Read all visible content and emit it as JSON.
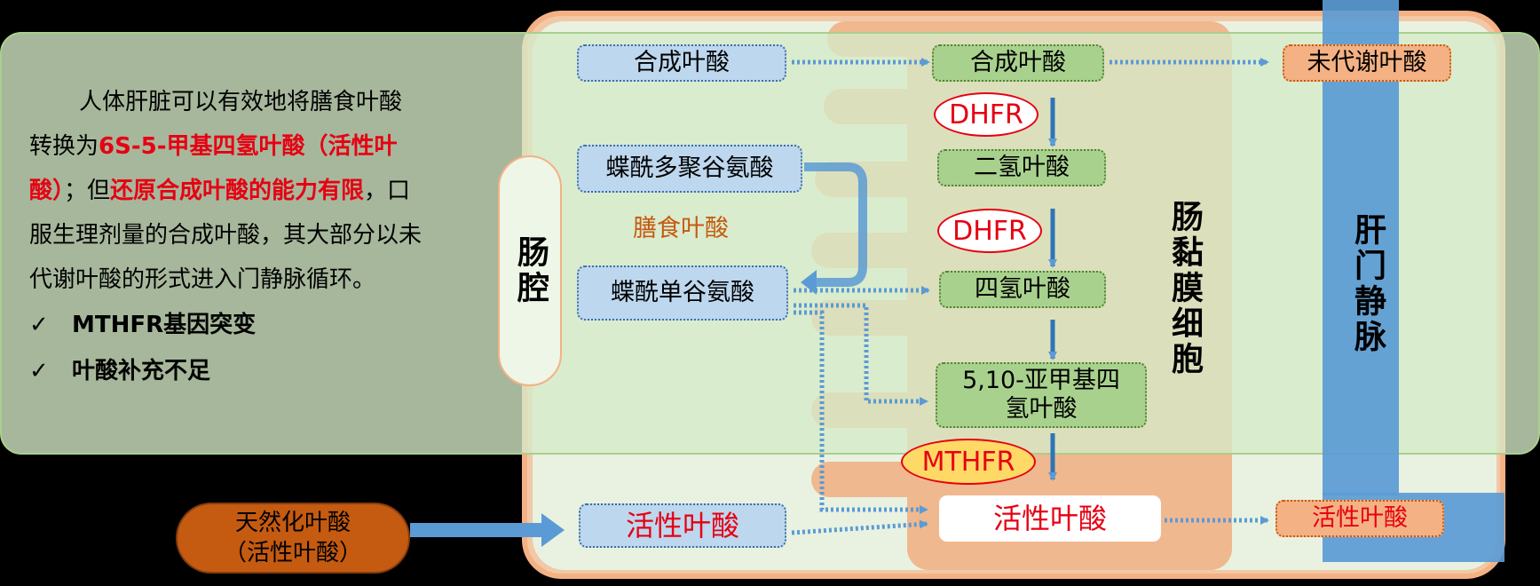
{
  "info": {
    "para_1": "人体肝脏可以有效地将膳食叶酸转换为",
    "para_em1": "6S-5-甲基四氢叶酸（活性叶酸）",
    "para_2": "；但",
    "para_em2": "还原合成叶酸的能力有限",
    "para_3": "，口服生理剂量的合成叶酸，其大部分以未代谢叶酸的形式进入门静脉循环。",
    "check_mark": "✓",
    "checks": [
      "MTHFR基因突变",
      "叶酸补充不足"
    ]
  },
  "lumen_label": "肠腔",
  "mucosa_label": "肠黏膜细胞",
  "portal_label": "肝门静脉",
  "lumen": {
    "synthetic": "合成叶酸",
    "polyglutamate": "蝶酰多聚谷氨酸",
    "dietary": "膳食叶酸",
    "monoglutamate": "蝶酰单谷氨酸",
    "active": "活性叶酸"
  },
  "cell": {
    "synthetic": "合成叶酸",
    "dhf": "二氢叶酸",
    "thf": "四氢叶酸",
    "methylene_thf": "5,10-亚甲基四氢叶酸",
    "active": "活性叶酸"
  },
  "enzymes": {
    "dhfr_1": "DHFR",
    "dhfr_2": "DHFR",
    "mthfr": "MTHFR"
  },
  "portal": {
    "unmetabolized": "未代谢叶酸",
    "active": "活性叶酸"
  },
  "natural": {
    "line1": "天然化叶酸",
    "line2": "（活性叶酸）"
  },
  "colors": {
    "panel_green": "#e2efda",
    "outer_orange": "#f4b183",
    "portal_blue": "#5b9bd5",
    "box_blue": "#bdd7ee",
    "box_green": "#a9d18e",
    "natural_brown": "#c55a11",
    "text_red": "#e60012",
    "mthfr_yellow": "#ffd966"
  }
}
